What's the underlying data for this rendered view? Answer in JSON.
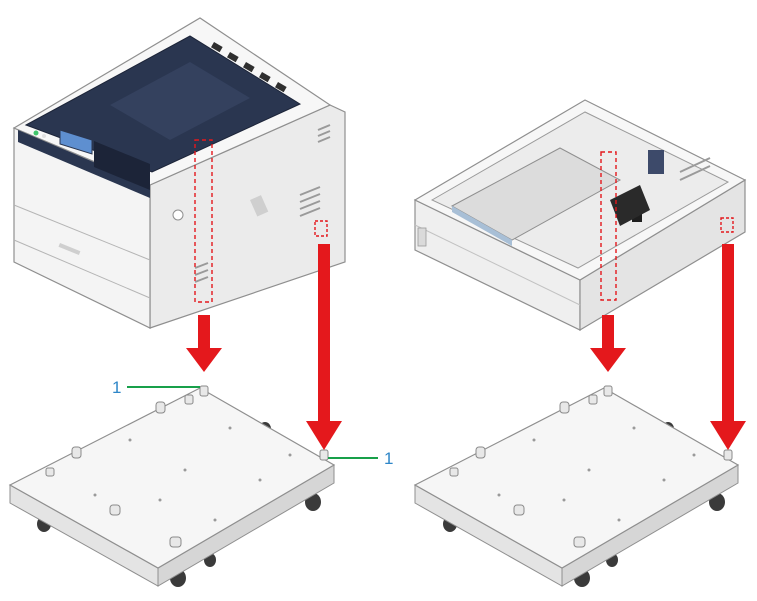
{
  "callouts": [
    {
      "label": "1"
    },
    {
      "label": "1"
    }
  ],
  "colors": {
    "arrow": "#e4181c",
    "dashed_marker": "#e4181c",
    "leader_line": "#18a04a",
    "callout_text": "#2e86c8",
    "outline": "#8f8f8f",
    "printer_top": "#2a3650",
    "panel_screen": "#5e8fd0",
    "body": "#f2f2f2"
  },
  "icons": [
    "printer",
    "paper-tray-unit",
    "caster-base",
    "down-arrow"
  ]
}
